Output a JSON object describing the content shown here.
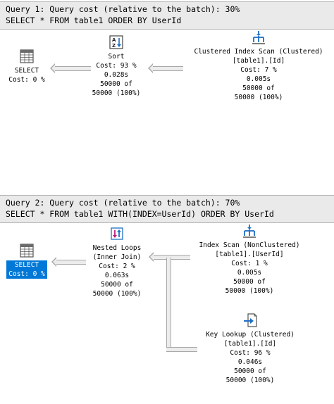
{
  "queries": [
    {
      "header_line1": "Query 1: Query cost (relative to the batch): 30%",
      "header_line2": "SELECT * FROM table1 ORDER BY UserId",
      "nodes": {
        "select": {
          "icon": "result-grid-icon",
          "label": "SELECT",
          "cost": "Cost: 0 %"
        },
        "sort": {
          "icon": "sort-icon",
          "label": "Sort",
          "cost": "Cost: 93 %",
          "time": "0.028s",
          "rows": "50000 of",
          "pct": "50000 (100%)"
        },
        "scan": {
          "icon": "clustered-index-scan-icon",
          "label": "Clustered Index Scan (Clustered)",
          "object": "[table1].[Id]",
          "cost": "Cost: 7 %",
          "time": "0.005s",
          "rows": "50000 of",
          "pct": "50000 (100%)"
        }
      }
    },
    {
      "header_line1": "Query 2: Query cost (relative to the batch): 70%",
      "header_line2": "SELECT * FROM table1 WITH(INDEX=UserId) ORDER BY UserId",
      "nodes": {
        "select": {
          "icon": "result-grid-icon",
          "label": "SELECT",
          "cost": "Cost: 0 %"
        },
        "loops": {
          "icon": "nested-loops-icon",
          "label": "Nested Loops",
          "sub": "(Inner Join)",
          "cost": "Cost: 2 %",
          "time": "0.063s",
          "rows": "50000 of",
          "pct": "50000 (100%)"
        },
        "iscan": {
          "icon": "index-scan-icon",
          "label": "Index Scan (NonClustered)",
          "object": "[table1].[UserId]",
          "cost": "Cost: 1 %",
          "time": "0.005s",
          "rows": "50000 of",
          "pct": "50000 (100%)"
        },
        "lookup": {
          "icon": "key-lookup-icon",
          "label": "Key Lookup (Clustered)",
          "object": "[table1].[Id]",
          "cost": "Cost: 96 %",
          "time": "0.046s",
          "rows": "50000 of",
          "pct": "50000 (100%)"
        }
      }
    }
  ],
  "colors": {
    "header_bg": "#eaeaea",
    "selected_bg": "#0078d7",
    "icon_blue": "#1e6fc4",
    "icon_magenta": "#c2187c"
  }
}
